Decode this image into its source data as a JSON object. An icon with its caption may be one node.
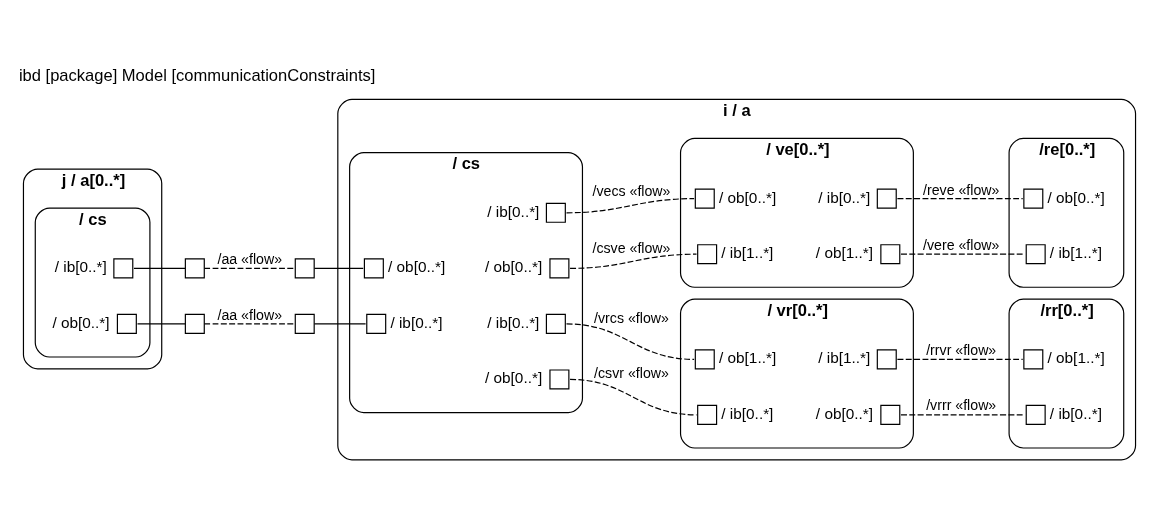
{
  "diagram": {
    "title": "ibd [package] Model [communicationConstraints]",
    "nodes": [
      {
        "text": [
          "j / a[0..*]"
        ]
      },
      {
        "text": [
          "/ cs"
        ],
        "in": 0
      },
      {
        "text": [],
        "shape": "box",
        "beside": [
          "/ ob[0..*]"
        ],
        "in": 1
      },
      {
        "text": [],
        "shape": "box",
        "beside": [
          "/ ib[0..*]"
        ],
        "in": 1
      },
      {
        "text": [],
        "shape": "box"
      },
      {
        "text": [],
        "shape": "box"
      },
      {
        "text": [
          "i / a"
        ]
      },
      {
        "text": [],
        "shape": "box"
      },
      {
        "text": [],
        "shape": "box"
      },
      {
        "text": [
          "/ cs"
        ],
        "in": 6
      },
      {
        "text": [],
        "shape": "box",
        "beside": [
          "/ ib[0..*]"
        ],
        "in": 9
      },
      {
        "text": [],
        "shape": "box",
        "beside": [
          "/ ob[0..*]"
        ],
        "in": 9
      },
      {
        "text": [],
        "shape": "box",
        "beside": [
          "/ ob[0..*]"
        ],
        "in": 9
      },
      {
        "text": [],
        "shape": "box",
        "beside": [
          "/ ib[0..*]"
        ],
        "in": 9
      },
      {
        "text": [],
        "shape": "box",
        "beside": [
          "/ ob[0..*]"
        ],
        "in": 9
      },
      {
        "text": [],
        "shape": "box",
        "beside": [
          "/ ib[0..*]"
        ],
        "in": 9
      },
      {
        "text": [
          "/ vr[0..*]"
        ],
        "in": 6
      },
      {
        "text": [],
        "shape": "box",
        "beside": [
          "/ ib[0..*]"
        ],
        "in": 16
      },
      {
        "text": [],
        "shape": "box",
        "beside": [
          "/ ob[1..*]"
        ],
        "in": 16
      },
      {
        "text": [],
        "shape": "box",
        "beside": [
          "/ ob[0..*]"
        ],
        "in": 16
      },
      {
        "text": [],
        "shape": "box",
        "beside": [
          "/ ib[1..*]"
        ],
        "in": 16
      },
      {
        "text": [
          "/rr[0..*]"
        ],
        "in": 6
      },
      {
        "text": [],
        "shape": "box",
        "beside": [
          "/ ib[0..*]"
        ],
        "in": 21
      },
      {
        "text": [],
        "shape": "box",
        "beside": [
          "/ ob[1..*]"
        ],
        "in": 21
      },
      {
        "text": [
          "/ ve[0..*]"
        ],
        "in": 6
      },
      {
        "text": [],
        "shape": "box",
        "beside": [
          "/ ib[1..*]"
        ],
        "in": 24
      },
      {
        "text": [],
        "shape": "box",
        "beside": [
          "/ ob[0..*]"
        ],
        "in": 24
      },
      {
        "text": [],
        "shape": "box",
        "beside": [
          "/ ob[1..*]"
        ],
        "in": 24
      },
      {
        "text": [],
        "shape": "box",
        "beside": [
          "/ ib[0..*]"
        ],
        "in": 24
      },
      {
        "text": [
          "/re[0..*]"
        ],
        "in": 6
      },
      {
        "text": [],
        "shape": "box",
        "beside": [
          "/ ib[1..*]"
        ],
        "in": 29
      },
      {
        "text": [],
        "shape": "box",
        "beside": [
          "/ ob[0..*]"
        ],
        "in": 29
      }
    ],
    "edges": [
      {
        "from": 2,
        "to": 4,
        "arrow": "none"
      },
      {
        "from": 4,
        "to": 7,
        "arrow": "none",
        "style": "dashed",
        "label": "/aa «flow»"
      },
      {
        "from": 7,
        "to": 10,
        "arrow": "none"
      },
      {
        "from": 3,
        "to": 5,
        "arrow": "none"
      },
      {
        "from": 5,
        "to": 8,
        "arrow": "none",
        "style": "dashed",
        "label": "/aa «flow»"
      },
      {
        "from": 8,
        "to": 11,
        "arrow": "none"
      },
      {
        "from": 12,
        "to": 17,
        "arrow": "none",
        "style": "dashed",
        "label": "/csvr «flow»"
      },
      {
        "from": 13,
        "to": 18,
        "arrow": "none",
        "style": "dashed",
        "label": "/vrcs «flow»"
      },
      {
        "from": 19,
        "to": 22,
        "arrow": "none",
        "style": "dashed",
        "label": "/vrrr «flow»"
      },
      {
        "from": 20,
        "to": 23,
        "arrow": "none",
        "style": "dashed",
        "label": "/rrvr «flow»"
      },
      {
        "from": 14,
        "to": 25,
        "arrow": "none",
        "style": "dashed",
        "label": "/csve «flow»"
      },
      {
        "from": 15,
        "to": 26,
        "arrow": "none",
        "style": "dashed",
        "label": "/vecs «flow»"
      },
      {
        "from": 27,
        "to": 30,
        "arrow": "none",
        "style": "dashed",
        "label": "/vere «flow»"
      },
      {
        "from": 28,
        "to": 31,
        "arrow": "none",
        "style": "dashed",
        "label": "/reve «flow»"
      }
    ]
  }
}
